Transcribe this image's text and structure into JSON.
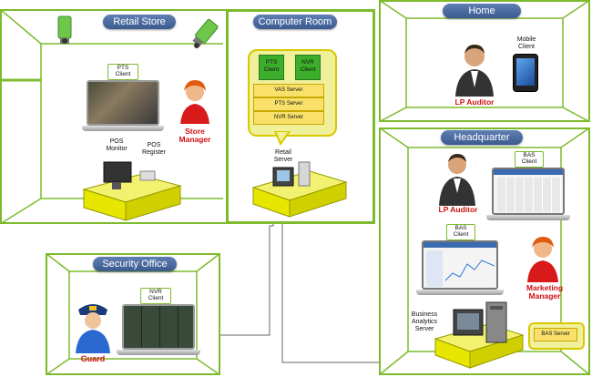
{
  "rooms": {
    "retail_store": "Retail Store",
    "computer_room": "Computer Room",
    "home": "Home",
    "headquarter": "Headquarter",
    "security_office": "Security Office"
  },
  "retail": {
    "pts_client": "PTS\nClient",
    "store_manager": "Store\nManager",
    "pos_monitor": "POS\nMonitor",
    "pos_register": "POS\nRegister"
  },
  "computer_room": {
    "pts_client": "PTS\nClient",
    "nvr_client": "NVR\nClient",
    "vas_server": "VAS Server",
    "pts_server": "PTS Server",
    "nvr_server": "NVR Server",
    "retail_server": "Retail\nServer"
  },
  "home": {
    "mobile_client": "Mobile\nClient",
    "lp_auditor": "LP Auditor"
  },
  "headquarter": {
    "lp_auditor": "LP Auditor",
    "bas_client_1": "BAS\nClient",
    "bas_client_2": "BAS\nClient",
    "marketing_manager": "Marketing\nManager",
    "business_analytics_server": "Business\nAnalytics\nServer",
    "bas_server": "BAS Server"
  },
  "security": {
    "nvr_client": "NVR\nClient",
    "guard": "Guard"
  },
  "colors": {
    "room_border": "#7dbb2d",
    "title_pill": "#4a6aa0",
    "accent_red": "#d01010",
    "server_yellow": "#f7f700"
  }
}
